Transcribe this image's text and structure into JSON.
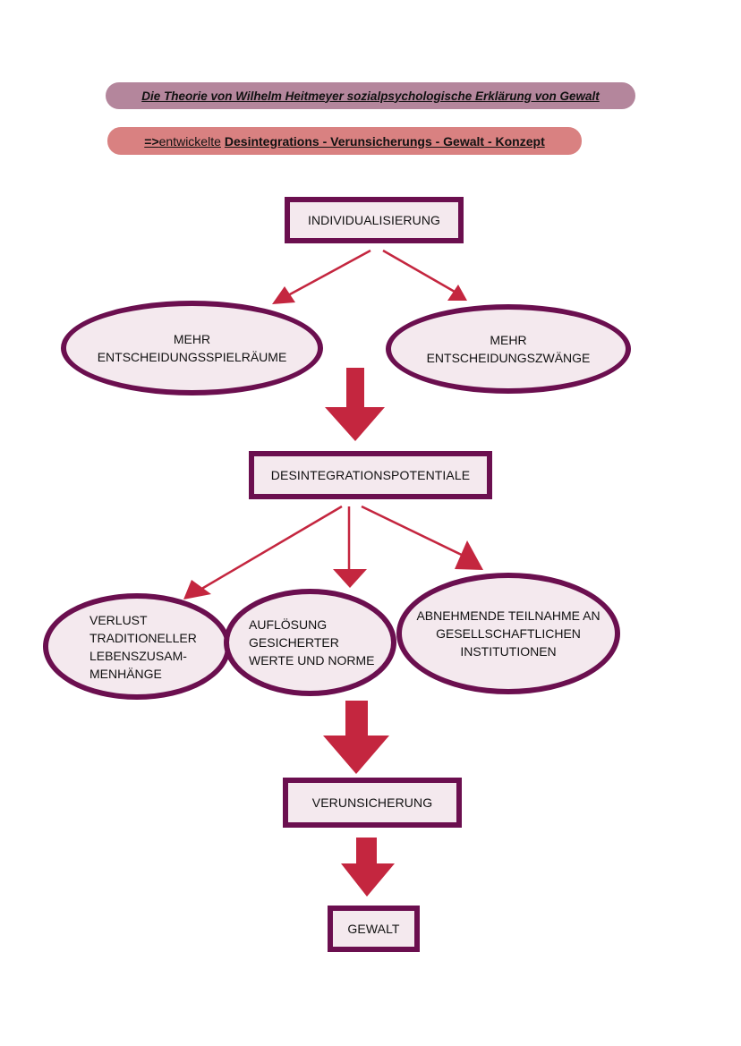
{
  "title": "Die Theorie  von Wilhelm Heitmeyer sozialpsychologische Erklärung von Gewalt",
  "subtitle": {
    "prefix": "=>",
    "verb": "entwickelte",
    "concept": "Desintegrations - Verunsicherungs - Gewalt - Konzept"
  },
  "nodes": {
    "individualisierung": "INDIVIDUALISIERUNG",
    "entscheidungsspielraeume": "MEHR\nENTSCHEIDUNGSSPIELRÄUME",
    "entscheidungszwaenge": "MEHR\nENTSCHEIDUNGSZWÄNGE",
    "desintegrationspotentiale": "DESINTEGRATIONSPOTENTIALE",
    "verlust": "VERLUST\nTRADITIONELLER\nLEBENSZUSAM-\nMENHÄNGE",
    "aufloesung": "AUFLÖSUNG\nGESICHERTER\nWERTE UND NORME",
    "teilnahme": "ABNEHMENDE TEILNAHME AN\nGESELLSCHAFTLICHEN\nINSTITUTIONEN",
    "verunsicherung": "VERUNSICHERUNG",
    "gewalt": "GEWALT"
  },
  "colors": {
    "border": "#6b0f4f",
    "fill": "#f4e9ee",
    "arrow": "#c4263f",
    "title_bg": "#b4869c",
    "subtitle_bg": "#d98181"
  }
}
